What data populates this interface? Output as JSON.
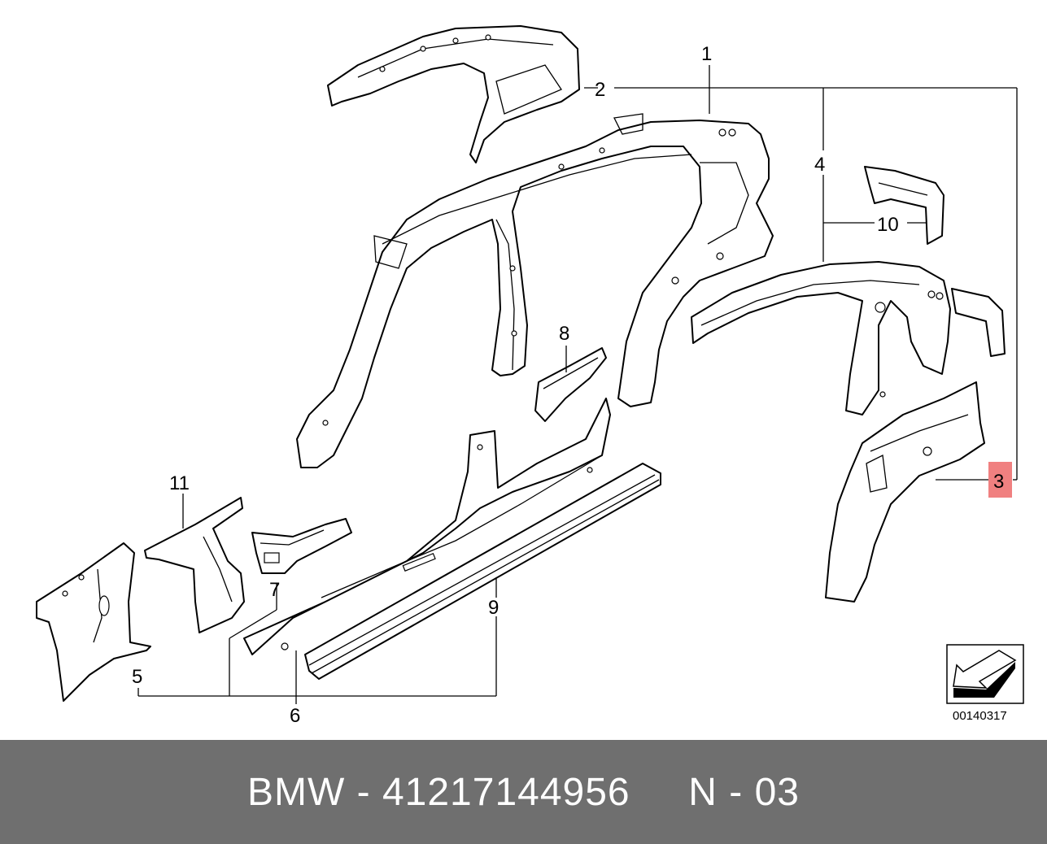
{
  "callouts": {
    "c1": "1",
    "c2": "2",
    "c3": "3",
    "c4": "4",
    "c5": "5",
    "c6": "6",
    "c7": "7",
    "c8": "8",
    "c9": "9",
    "c10": "10",
    "c11": "11"
  },
  "highlight_color": "#f08080",
  "diagram_code": "00140317",
  "footer": {
    "text": "BMW - 41217144956     N - 03",
    "background": "#6f6f6f"
  }
}
